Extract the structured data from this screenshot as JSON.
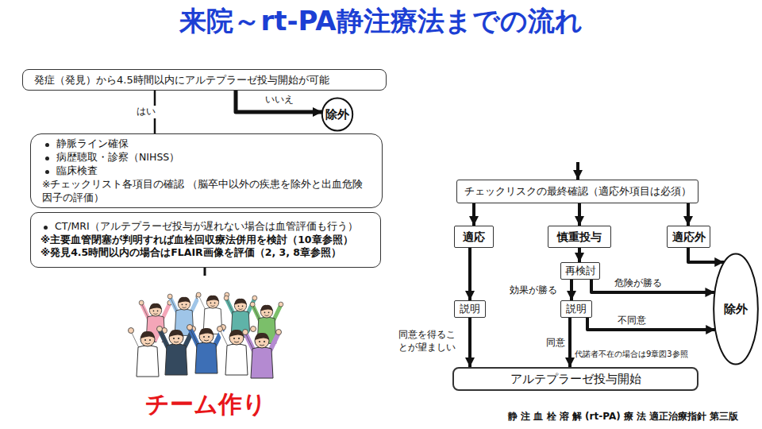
{
  "diagram": {
    "title": "来院～rt-PA静注療法までの流れ",
    "caption": "静 注 血 栓 溶 解 (rt-PA) 療 法 適正治療指針 第三版",
    "nodes": [
      {
        "text": [
          "発症（発見）から4.5時間以内にアルテプラーゼ投与開始が可能"
        ]
      },
      {
        "text": [
          "除外"
        ]
      },
      {
        "text": [
          "静脈ライン確保",
          "病歴聴取・診察（NIHSS）",
          "臨床検査",
          "※チェックリスト各項目の確認 （脳卒中以外の疾患を除外と出血危険因子の評価）"
        ]
      },
      {
        "text": [
          "CT/MRI（アルテプラーゼ投与が遅れない場合は血管評価も行う）",
          "※主要血管閉塞が判明すれば血栓回収療法併用を検討（10章参照）",
          "※発見4.5時間以内の場合はFLAIR画像を評価（2, 3, 8章参照）"
        ]
      },
      {
        "text": [
          "チェックリスクの最終確認（適応外項目は必須）"
        ]
      },
      {
        "text": [
          "適応"
        ]
      },
      {
        "text": [
          "慎重投与"
        ]
      },
      {
        "text": [
          "適応外"
        ]
      },
      {
        "text": [
          "再検討"
        ]
      },
      {
        "text": [
          "除外"
        ]
      },
      {
        "text": [
          "説明"
        ]
      },
      {
        "text": [
          "説明"
        ]
      },
      {
        "text": [
          "アルテプラーゼ投与開始"
        ]
      }
    ],
    "edges": [
      {
        "from": 0,
        "to": 2,
        "label": "はい",
        "arrow": "none"
      },
      {
        "from": 0,
        "to": 1,
        "label": "いいえ",
        "arrow": "to"
      },
      {
        "from": 4,
        "to": 5,
        "arrow": "to"
      },
      {
        "from": 4,
        "to": 6,
        "arrow": "to"
      },
      {
        "from": 4,
        "to": 7,
        "arrow": "to"
      },
      {
        "from": 7,
        "to": 9,
        "arrow": "to"
      },
      {
        "from": 6,
        "to": 8,
        "arrow": "to"
      },
      {
        "from": 8,
        "to": 9,
        "label": "危険が勝る",
        "arrow": "to"
      },
      {
        "from": 8,
        "to": 11,
        "label": "効果が勝る",
        "arrow": "to"
      },
      {
        "from": 5,
        "to": 10,
        "arrow": "to"
      },
      {
        "from": 10,
        "to": 12,
        "label": "同意を得ることが望ましい",
        "arrow": "to"
      },
      {
        "from": 11,
        "to": 12,
        "label": "同意",
        "arrow": "to"
      },
      {
        "from": 11,
        "to": 9,
        "label": "不同意",
        "arrow": "to"
      }
    ],
    "labels": [
      "代諾者不在の場合は9章図3参照",
      "チーム作り"
    ]
  }
}
